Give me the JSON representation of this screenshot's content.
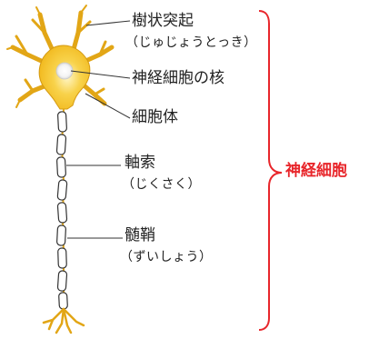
{
  "labels": {
    "dendrite": "樹状突起",
    "dendrite_reading": "（じゅじょうとっき）",
    "nucleus": "神経細胞の核",
    "cell_body": "細胞体",
    "axon": "軸索",
    "axon_reading": "（じくさく）",
    "myelin": "髄鞘",
    "myelin_reading": "（ずいしょう）",
    "neuron": "神経細胞"
  },
  "colors": {
    "soma": "#f7c42b",
    "soma_edge": "#c68d10",
    "nucleus": "#ffffff",
    "myelin": "#ffffff",
    "myelin_edge": "#333333",
    "leader_line": "#333333",
    "text": "#222222",
    "bracket": "#e8262b",
    "neuron_label": "#e8262b"
  }
}
